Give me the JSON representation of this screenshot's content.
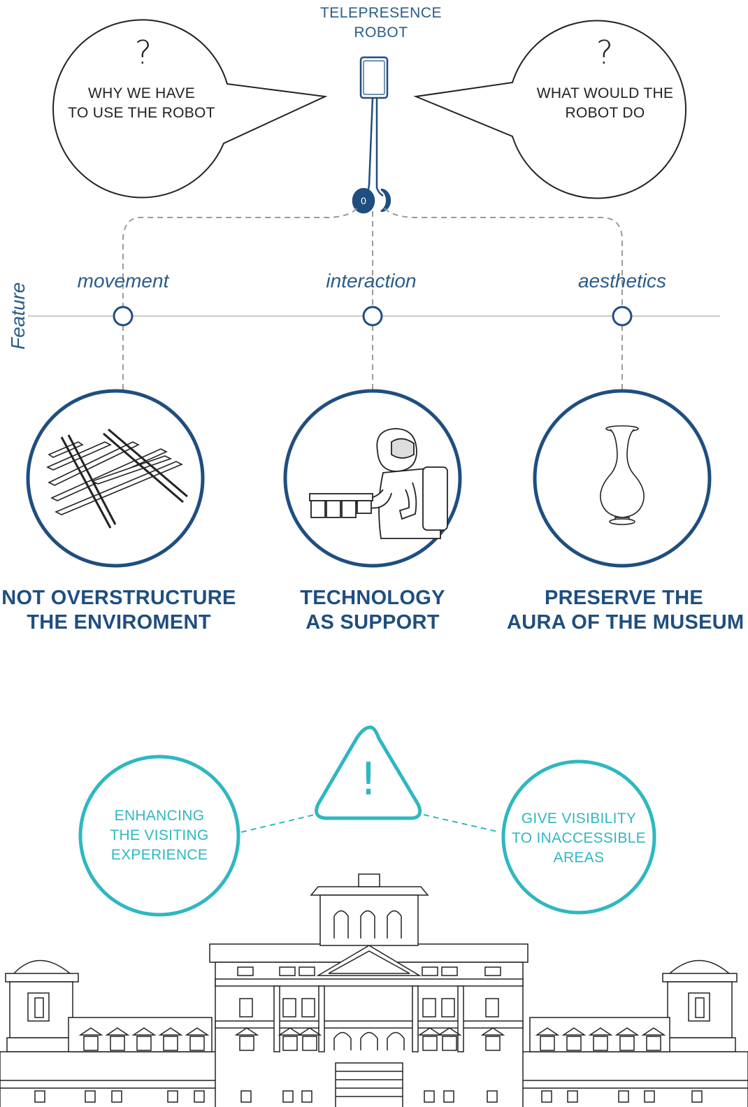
{
  "robot": {
    "title_line1": "TELEPRESENCE",
    "title_line2": "ROBOT",
    "base_mark": "0"
  },
  "bubbles": [
    {
      "mark": "?",
      "line1": "WHY WE HAVE",
      "line2": "TO USE THE ROBOT"
    },
    {
      "mark": "?",
      "line1": "WHAT WOULD THE",
      "line2": "ROBOT DO"
    }
  ],
  "axis_label": "Feature",
  "features": [
    "movement",
    "interaction",
    "aesthetics"
  ],
  "principles": [
    {
      "icon": "railway-tracks-icon",
      "line1": "NOT OVERSTRUCTURE",
      "line2": "THE ENVIROMENT"
    },
    {
      "icon": "service-robot-icon",
      "line1": "TECHNOLOGY",
      "line2": "AS SUPPORT"
    },
    {
      "icon": "vase-icon",
      "line1": "PRESERVE THE",
      "line2": "AURA OF THE MUSEUM"
    }
  ],
  "warning_mark": "!",
  "goals": [
    {
      "line1": "ENHANCING",
      "line2": "THE VISITING",
      "line3": "EXPERIENCE"
    },
    {
      "line1": "GIVE VISIBILITY",
      "line2": "TO INACCESSIBLE",
      "line3": "AREAS"
    }
  ],
  "colors": {
    "dark_blue": "#1f4e80",
    "text_blue": "#2a5c8a",
    "teal": "#2fb7c1",
    "line_gray": "#9a9a9a",
    "ink": "#222222"
  },
  "building": {
    "icon": "museum-building-icon"
  }
}
